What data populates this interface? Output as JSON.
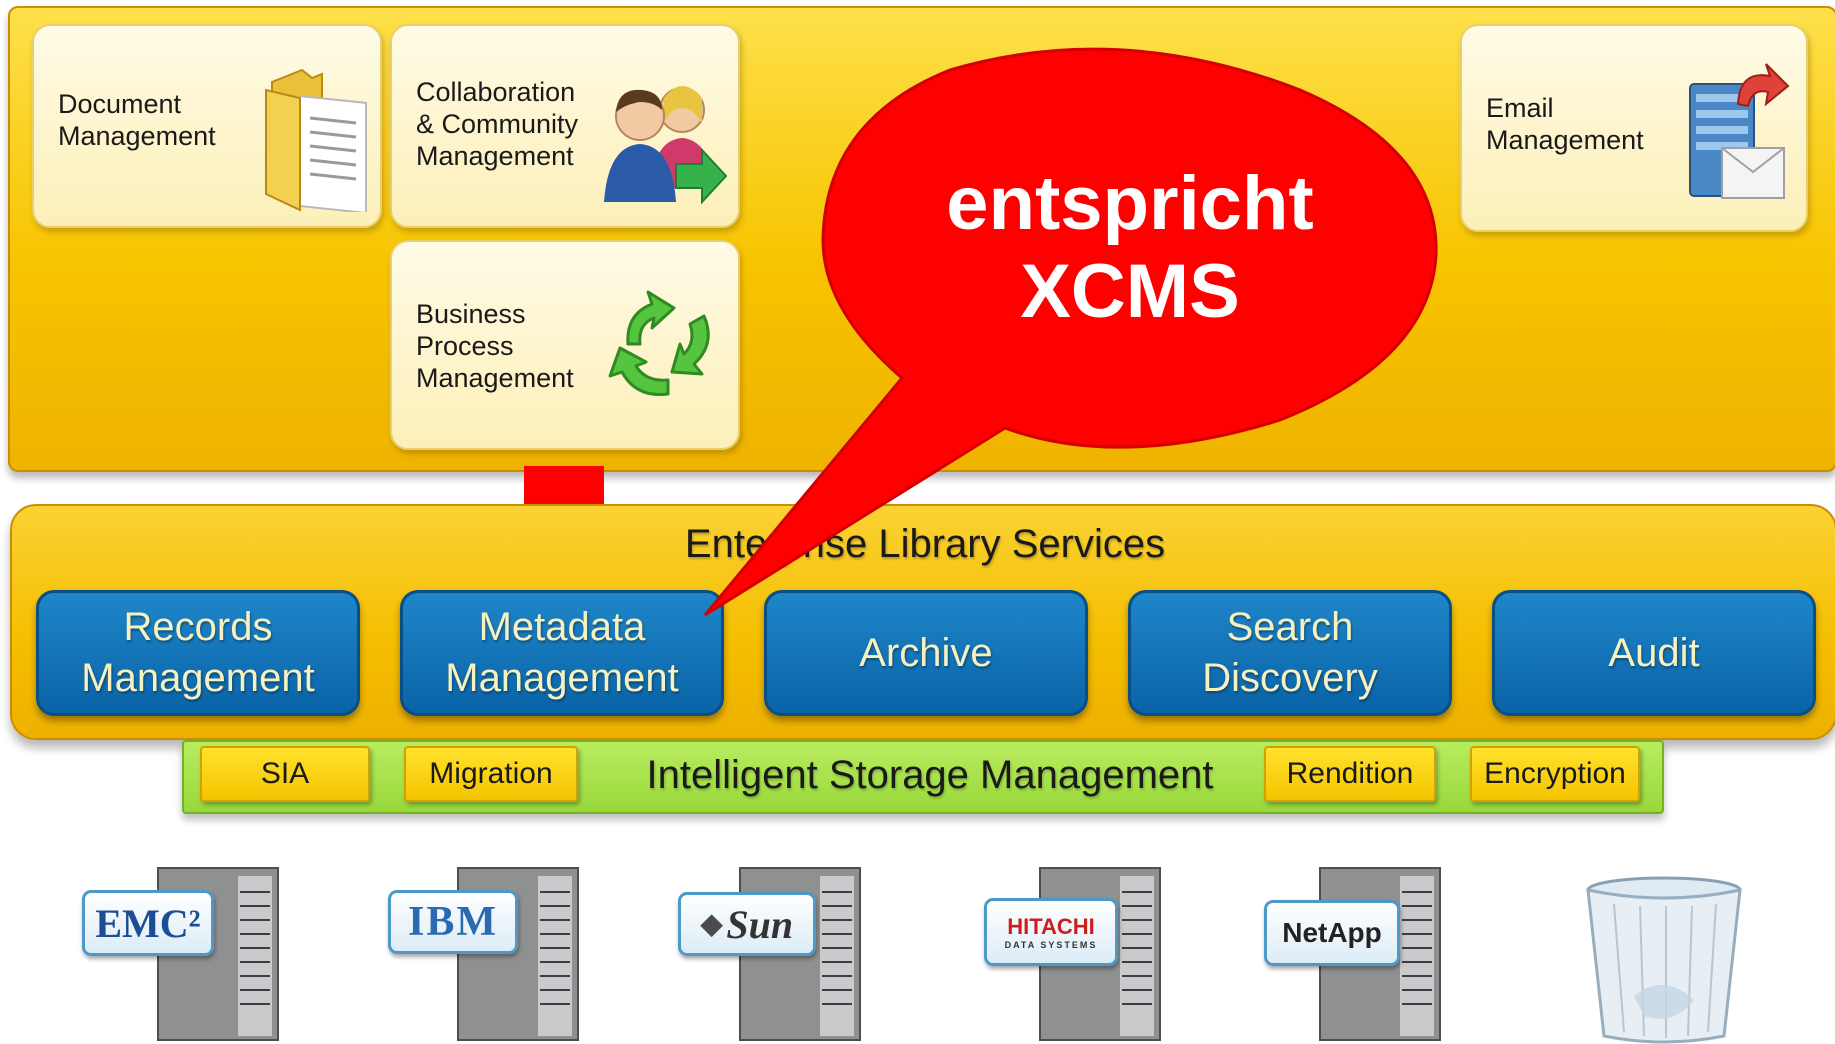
{
  "applications": {
    "document": "Document\nManagement",
    "collaboration": "Collaboration\n& Community\nManagement",
    "bpm": "Business\nProcess\nManagement",
    "email": "Email\nManagement"
  },
  "library": {
    "title": "Enterprise Library Services",
    "services": [
      {
        "label": "Records\nManagement"
      },
      {
        "label": "Metadata\nManagement"
      },
      {
        "label": "Archive"
      },
      {
        "label": "Search\nDiscovery"
      },
      {
        "label": "Audit"
      }
    ]
  },
  "storage": {
    "title": "Intelligent Storage Management",
    "chips": [
      "SIA",
      "Migration",
      "Rendition",
      "Encryption"
    ]
  },
  "vendors": [
    "EMC²",
    "IBM",
    "Sun",
    "HITACHI",
    "DATA SYSTEMS",
    "NetApp"
  ],
  "callout": {
    "text": "entspricht\nXCMS"
  },
  "colors": {
    "band_yellow": "#f7c400",
    "service_blue": "#0a63a6",
    "storage_green": "#98d83a",
    "callout_red": "#ff0000",
    "arrow_red": "#ff0000"
  },
  "icons": [
    "folder-icon",
    "users-icon",
    "recycle-icon",
    "email-server-icon",
    "server-icon",
    "trash-can-icon"
  ]
}
